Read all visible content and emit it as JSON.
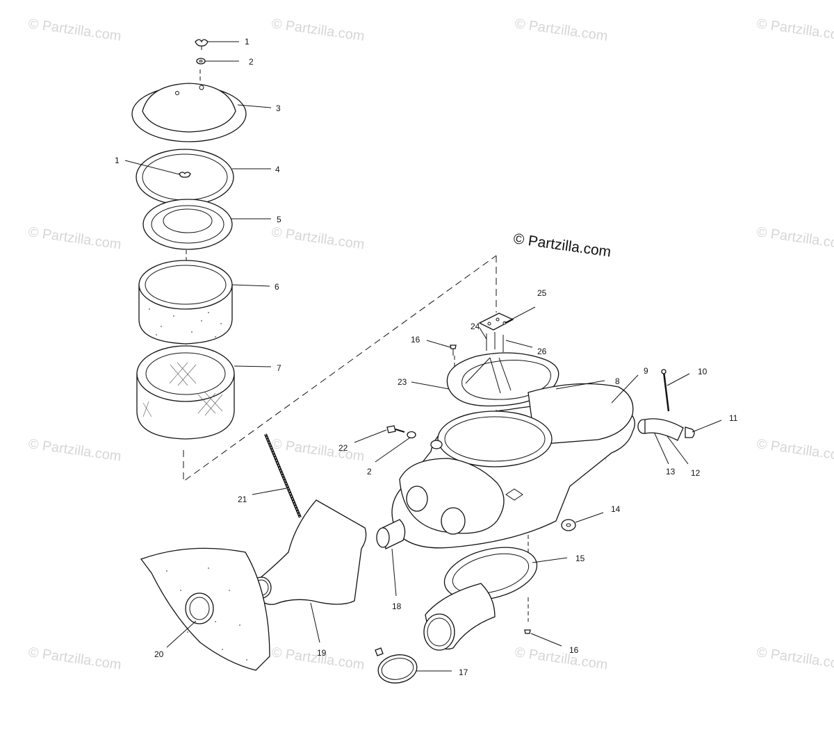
{
  "watermark": "© Partzilla.com",
  "copyright": "© Partzilla.com",
  "callouts": {
    "c1a": "1",
    "c2a": "2",
    "c3": "3",
    "c1b": "1",
    "c4": "4",
    "c5": "5",
    "c6": "6",
    "c7": "7",
    "c25": "25",
    "c24": "24",
    "c26": "26",
    "c16a": "16",
    "c23": "23",
    "c8": "8",
    "c9": "9",
    "c10": "10",
    "c11": "11",
    "c22": "22",
    "c2b": "2",
    "c13": "13",
    "c12": "12",
    "c21": "21",
    "c14": "14",
    "c15": "15",
    "c18": "18",
    "c20": "20",
    "c19": "19",
    "c16b": "16",
    "c17": "17"
  }
}
